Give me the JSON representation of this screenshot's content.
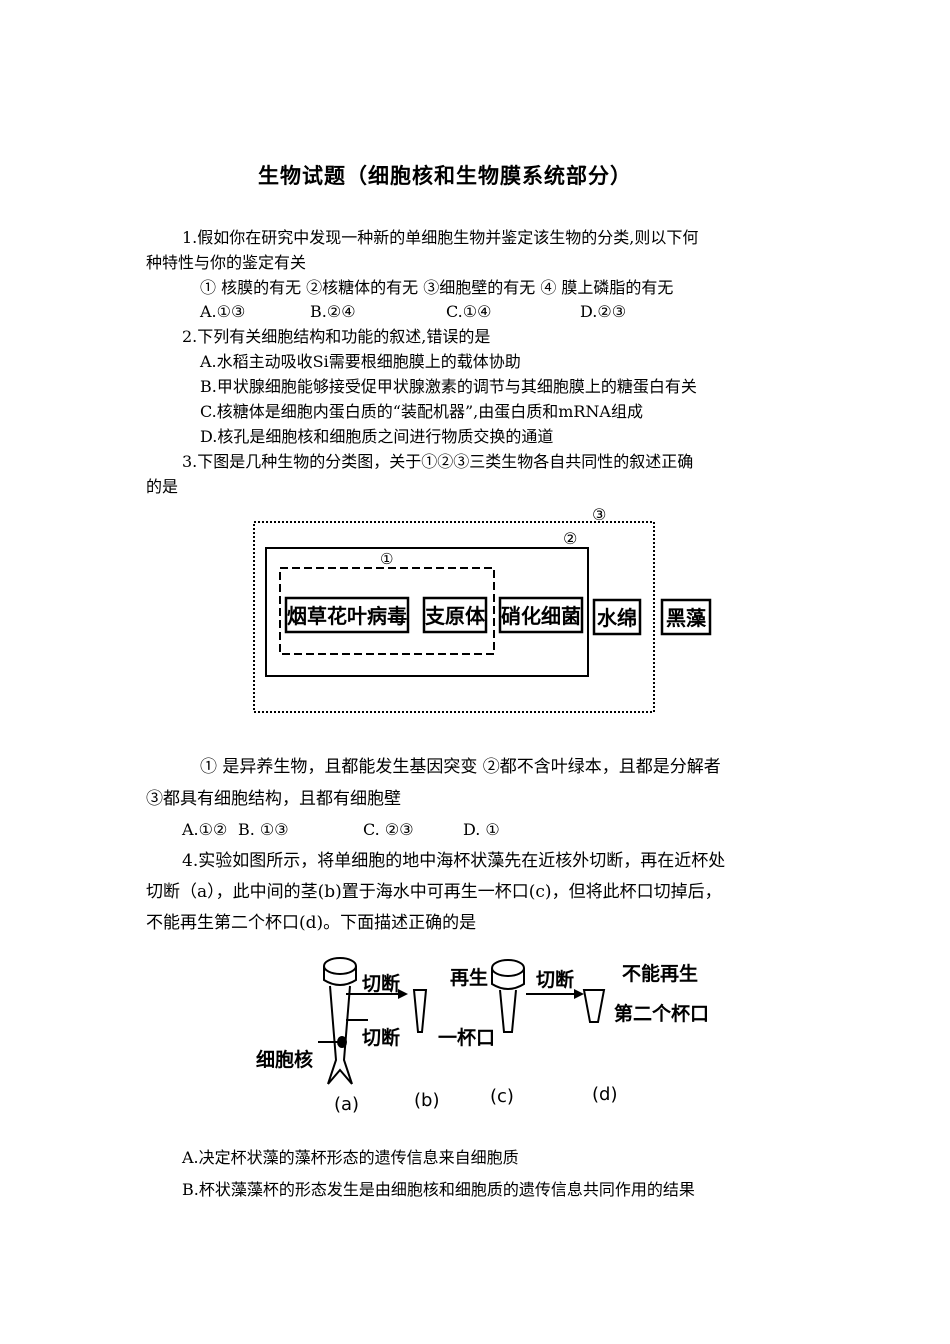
{
  "title": "生物试题（细胞核和生物膜系统部分）",
  "q1": {
    "stem_line1": "1.假如你在研究中发现一种新的单细胞生物并鉴定该生物的分类,则以下何",
    "stem_line2": "种特性与你的鉴定有关",
    "features": "① 核膜的有无  ②核糖体的有无  ③细胞壁的有无  ④ 膜上磷脂的有无",
    "options": [
      "A.①③",
      "B.②④",
      "C.①④",
      "D.②③"
    ]
  },
  "q2": {
    "stem": "2.下列有关细胞结构和功能的叙述,错误的是",
    "options": [
      "A.水稻主动吸收Si需要根细胞膜上的载体协助",
      "B.甲状腺细胞能够接受促甲状腺激素的调节与其细胞膜上的糖蛋白有关",
      "C.核糖体是细胞内蛋白质的“装配机器”,由蛋白质和mRNA组成",
      "D.核孔是细胞核和细胞质之间进行物质交换的通道"
    ]
  },
  "q3": {
    "stem_line1": "3.下图是几种生物的分类图，关于①②③三类生物各自共同性的叙述正确",
    "stem_line2": "的是",
    "diagram": {
      "markers": [
        "①",
        "②",
        "③"
      ],
      "boxes": [
        "烟草花叶病毒",
        "支原体",
        "硝化细菌",
        "水绵",
        "黑藻"
      ]
    },
    "statement_line1": "① 是异养生物，且都能发生基因突变   ②都不含叶绿本，且都是分解者",
    "statement_line2": "③都具有细胞结构，且都有细胞壁",
    "options": [
      "A.①②",
      "B.  ①③",
      "C.  ②③",
      "D.  ①"
    ]
  },
  "q4": {
    "stem_line1": "4.实验如图所示，将单细胞的地中海杯状藻先在近核外切断，再在近杯处",
    "stem_line2": "切断（a），此中间的茎(b)置于海水中可再生一杯口(c)，但将此杯口切掉后，",
    "stem_line3": "不能再生第二个杯口(d)。下面描述正确的是",
    "diagram": {
      "cut_label_1": "切断",
      "cut_label_2": "切断",
      "regen_1": "再生",
      "regen_2": "一杯口",
      "cut_label_3": "切断",
      "no_regen_1": "不能再生",
      "no_regen_2": "第二个杯口",
      "nucleus_label": "细胞核",
      "stage_labels": [
        "(a)",
        "(b)",
        "(c)",
        "(d)"
      ]
    },
    "options": [
      "A.决定杯状藻的藻杯形态的遗传信息来自细胞质",
      "B.杯状藻藻杯的形态发生是由细胞核和细胞质的遗传信息共同作用的结果"
    ]
  }
}
